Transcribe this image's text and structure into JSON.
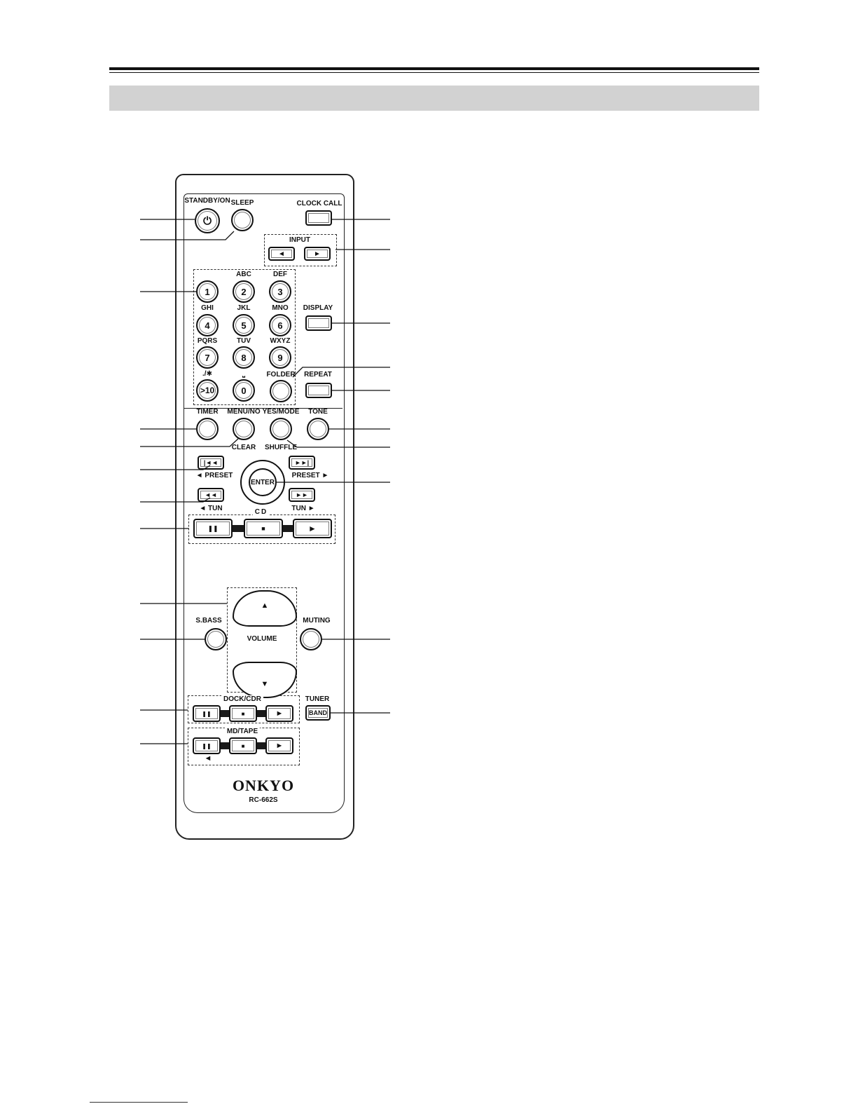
{
  "remote": {
    "brand": "ONKYO",
    "model": "RC-662S",
    "labels": {
      "standby": "STANDBY/ON",
      "sleep": "SLEEP",
      "clock_call": "CLOCK CALL",
      "input": "INPUT",
      "display": "DISPLAY",
      "folder": "FOLDER",
      "repeat": "REPEAT",
      "timer": "TIMER",
      "menu_no": "MENU/NO",
      "yes_mode": "YES/MODE",
      "tone": "TONE",
      "clear": "CLEAR",
      "shuffle": "SHUFFLE",
      "preset_left": "◄ PRESET",
      "preset_right": "PRESET ►",
      "tun_left": "◄ TUN",
      "tun_right": "TUN ►",
      "cd": "CD",
      "sbass": "S.BASS",
      "volume": "VOLUME",
      "muting": "MUTING",
      "dock_cdr": "DOCK/CDR",
      "tuner": "TUNER",
      "md_tape": "MD/TAPE"
    },
    "keypad": [
      {
        "digit": "1",
        "letters": ""
      },
      {
        "digit": "2",
        "letters": "ABC"
      },
      {
        "digit": "3",
        "letters": "DEF"
      },
      {
        "digit": "4",
        "letters": "GHI"
      },
      {
        "digit": "5",
        "letters": "JKL"
      },
      {
        "digit": "6",
        "letters": "MNO"
      },
      {
        "digit": "7",
        "letters": "PQRS"
      },
      {
        "digit": "8",
        "letters": "TUV"
      },
      {
        "digit": "9",
        "letters": "WXYZ"
      },
      {
        "digit": ">10",
        "letters": "./✱"
      },
      {
        "digit": "0",
        "letters": "⎵"
      }
    ],
    "buttons": {
      "power": "⏻",
      "enter": "ENTER",
      "band": "BAND",
      "input_left": "◄",
      "input_right": "►",
      "prev": "|◄◄",
      "next": "►►|",
      "rew": "◄◄",
      "ff": "►►",
      "pause": "❚❚",
      "stop": "■",
      "play": "►",
      "vol_up": "▲",
      "vol_down": "▼",
      "reverse": "◄"
    }
  }
}
